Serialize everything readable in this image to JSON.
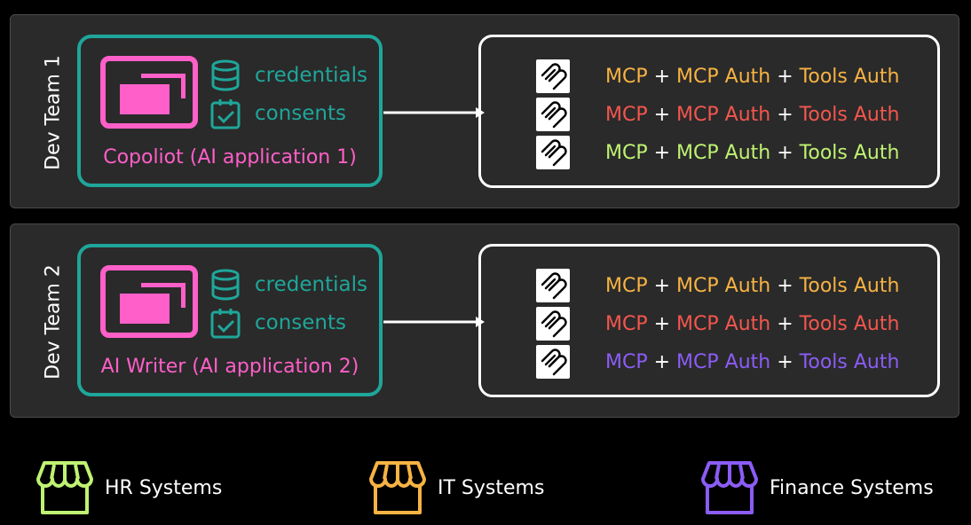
{
  "teams": [
    {
      "label": "Dev Team 1",
      "app": {
        "name": "Copoliot (AI application 1)",
        "credentials_label": "credentials",
        "consents_label": "consents"
      },
      "mcp_rows": [
        {
          "prefix": "MCP",
          "plus1": "+",
          "mid": "MCP Auth",
          "plus2": "+",
          "suffix": "Tools Auth",
          "color": "#f7b343"
        },
        {
          "prefix": "MCP",
          "plus1": "+",
          "mid": "MCP Auth",
          "plus2": "+",
          "suffix": "Tools Auth",
          "color": "#f4564e"
        },
        {
          "prefix": "MCP",
          "plus1": "+",
          "mid": "MCP Auth",
          "plus2": "+",
          "suffix": "Tools Auth",
          "color": "#bff272"
        }
      ]
    },
    {
      "label": "Dev Team 2",
      "app": {
        "name": "AI Writer (AI application 2)",
        "credentials_label": "credentials",
        "consents_label": "consents"
      },
      "mcp_rows": [
        {
          "prefix": "MCP",
          "plus1": "+",
          "mid": "MCP Auth",
          "plus2": "+",
          "suffix": "Tools Auth",
          "color": "#f7b343"
        },
        {
          "prefix": "MCP",
          "plus1": "+",
          "mid": "MCP Auth",
          "plus2": "+",
          "suffix": "Tools Auth",
          "color": "#f4564e"
        },
        {
          "prefix": "MCP",
          "plus1": "+",
          "mid": "MCP Auth",
          "plus2": "+",
          "suffix": "Tools Auth",
          "color": "#8b5cf6"
        }
      ]
    }
  ],
  "legend": [
    {
      "label": "HR Systems",
      "color": "#bff272",
      "icon": "storefront-icon"
    },
    {
      "label": "IT Systems",
      "color": "#f7b343",
      "icon": "storefront-icon"
    },
    {
      "label": "Finance Systems",
      "color": "#8b5cf6",
      "icon": "storefront-icon"
    }
  ],
  "colors": {
    "app_border": "#1fa69a",
    "app_accent": "#ff5fc8",
    "panel_bg": "#2a2a2a"
  }
}
